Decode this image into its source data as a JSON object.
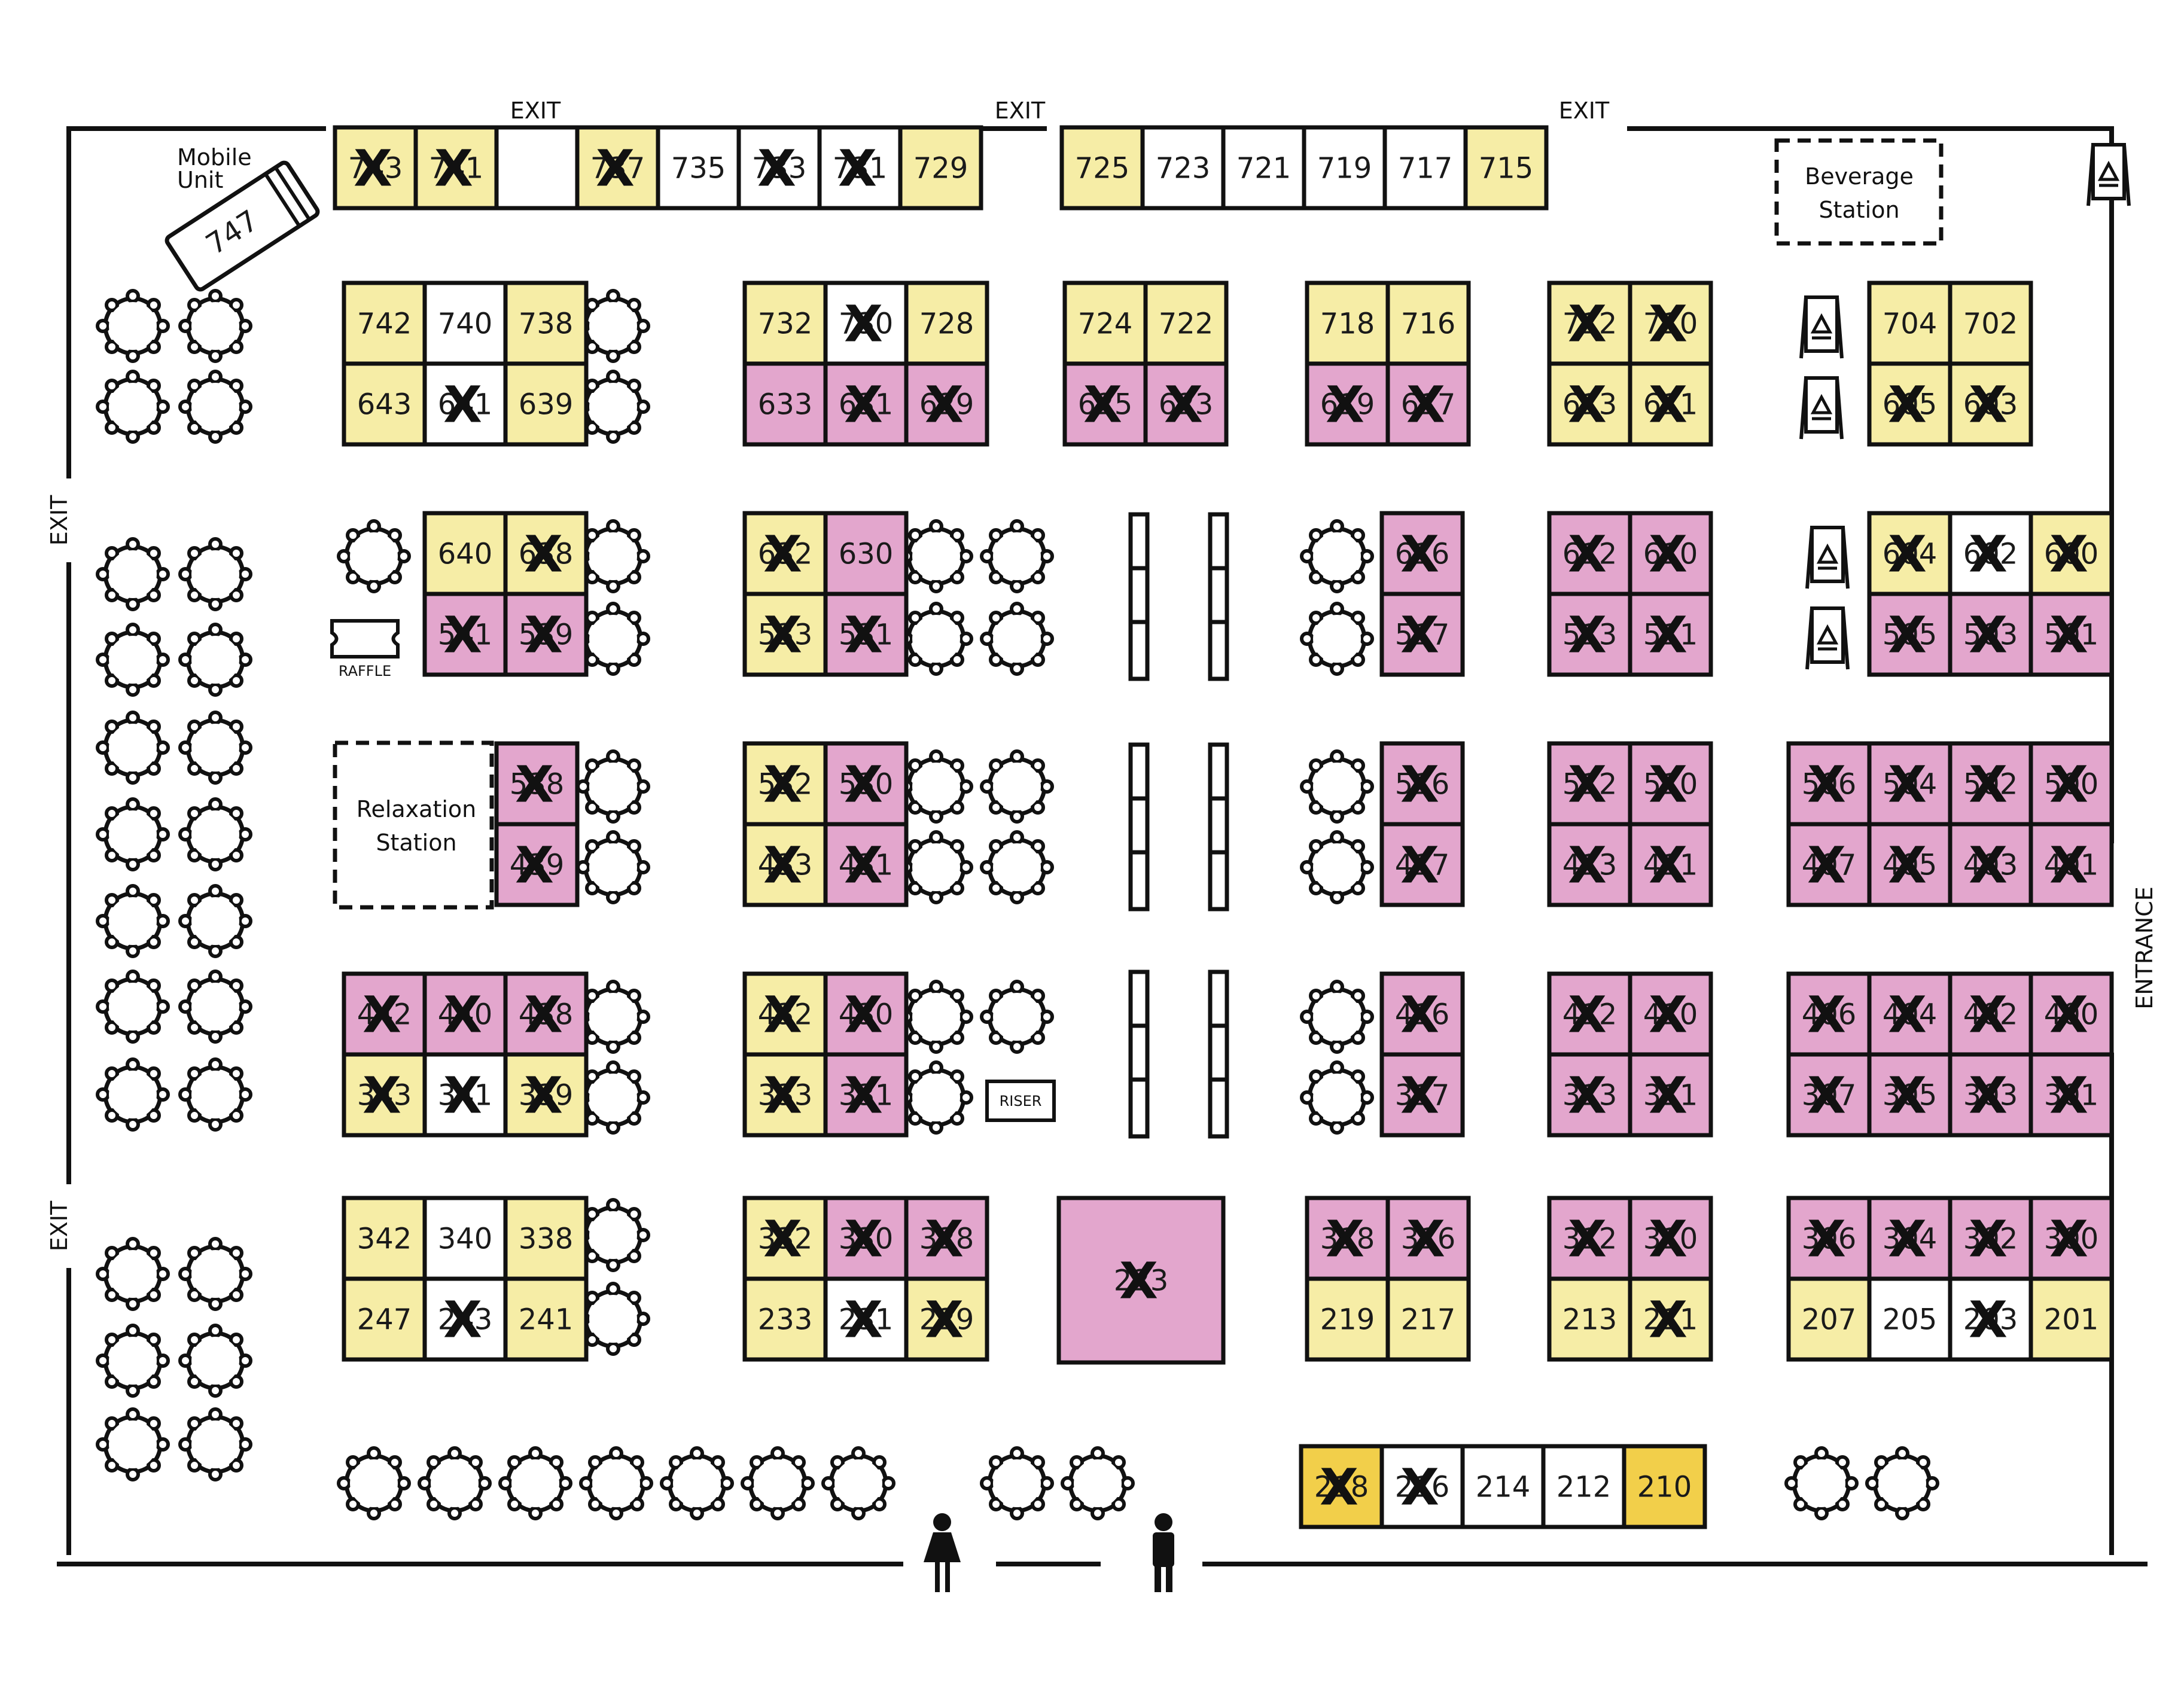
{
  "labels": {
    "exit": "EXIT",
    "exit_side": "EXIT",
    "entrance": "ENTRANCE",
    "mobile_unit_1": "Mobile",
    "mobile_unit_2": "Unit",
    "mobile_unit_number": "747",
    "beverage_1": "Beverage",
    "beverage_2": "Station",
    "relaxation_1": "Relaxation",
    "relaxation_2": "Station",
    "raffle": "RAFFLE",
    "riser": "RISER"
  },
  "icons": [
    "sign-stand-icon",
    "round-table-icon",
    "restroom-women-icon",
    "restroom-men-icon",
    "raffle-ticket-icon"
  ],
  "colors": {
    "yellow_booth": "#f6eda6",
    "pink_booth": "#e3a6cd",
    "gold_booth": "#f2cf4a",
    "white_booth": "#ffffff",
    "outline": "#111111"
  },
  "legend_note": "X marks a taken booth",
  "booth_groups": [
    {
      "id": "top-1",
      "rows": [
        [
          {
            "n": "743",
            "c": "y",
            "x": true
          },
          {
            "n": "741",
            "c": "y",
            "x": true
          },
          {
            "n": "",
            "c": "w",
            "x": false
          }
        ]
      ]
    },
    {
      "id": "top-2",
      "rows": [
        [
          {
            "n": "737",
            "c": "y",
            "x": true
          },
          {
            "n": "735",
            "c": "w",
            "x": false
          },
          {
            "n": "733",
            "c": "w",
            "x": true
          },
          {
            "n": "731",
            "c": "w",
            "x": true
          },
          {
            "n": "729",
            "c": "y",
            "x": false
          }
        ]
      ]
    },
    {
      "id": "top-3",
      "rows": [
        [
          {
            "n": "725",
            "c": "y",
            "x": false
          },
          {
            "n": "723",
            "c": "w",
            "x": false
          },
          {
            "n": "721",
            "c": "w",
            "x": false
          },
          {
            "n": "719",
            "c": "w",
            "x": false
          },
          {
            "n": "717",
            "c": "w",
            "x": false
          },
          {
            "n": "715",
            "c": "y",
            "x": false
          }
        ]
      ]
    },
    {
      "id": "r1-a",
      "rows": [
        [
          {
            "n": "742",
            "c": "y",
            "x": false
          },
          {
            "n": "740",
            "c": "w",
            "x": false
          },
          {
            "n": "738",
            "c": "y",
            "x": false
          }
        ],
        [
          {
            "n": "643",
            "c": "y",
            "x": false
          },
          {
            "n": "641",
            "c": "w",
            "x": true
          },
          {
            "n": "639",
            "c": "y",
            "x": false
          }
        ]
      ]
    },
    {
      "id": "r1-b",
      "rows": [
        [
          {
            "n": "732",
            "c": "y",
            "x": false
          },
          {
            "n": "730",
            "c": "w",
            "x": true
          },
          {
            "n": "728",
            "c": "y",
            "x": false
          }
        ],
        [
          {
            "n": "633",
            "c": "p",
            "x": false
          },
          {
            "n": "631",
            "c": "p",
            "x": true
          },
          {
            "n": "629",
            "c": "p",
            "x": true
          }
        ]
      ]
    },
    {
      "id": "r1-c",
      "rows": [
        [
          {
            "n": "724",
            "c": "y",
            "x": false
          },
          {
            "n": "722",
            "c": "y",
            "x": false
          }
        ],
        [
          {
            "n": "625",
            "c": "p",
            "x": true
          },
          {
            "n": "623",
            "c": "p",
            "x": true
          }
        ]
      ]
    },
    {
      "id": "r1-d",
      "rows": [
        [
          {
            "n": "718",
            "c": "y",
            "x": false
          },
          {
            "n": "716",
            "c": "y",
            "x": false
          }
        ],
        [
          {
            "n": "619",
            "c": "p",
            "x": true
          },
          {
            "n": "617",
            "c": "p",
            "x": true
          }
        ]
      ]
    },
    {
      "id": "r1-e",
      "rows": [
        [
          {
            "n": "712",
            "c": "y",
            "x": true
          },
          {
            "n": "710",
            "c": "y",
            "x": true
          }
        ],
        [
          {
            "n": "613",
            "c": "y",
            "x": true
          },
          {
            "n": "611",
            "c": "y",
            "x": true
          }
        ]
      ]
    },
    {
      "id": "r1-f",
      "rows": [
        [
          {
            "n": "704",
            "c": "y",
            "x": false
          },
          {
            "n": "702",
            "c": "y",
            "x": false
          }
        ],
        [
          {
            "n": "605",
            "c": "y",
            "x": true
          },
          {
            "n": "603",
            "c": "y",
            "x": true
          }
        ]
      ]
    },
    {
      "id": "r2-a",
      "rows": [
        [
          {
            "n": "640",
            "c": "y",
            "x": false
          },
          {
            "n": "638",
            "c": "y",
            "x": true
          }
        ],
        [
          {
            "n": "541",
            "c": "p",
            "x": true
          },
          {
            "n": "539",
            "c": "p",
            "x": true
          }
        ]
      ]
    },
    {
      "id": "r2-b",
      "rows": [
        [
          {
            "n": "632",
            "c": "y",
            "x": true
          },
          {
            "n": "630",
            "c": "p",
            "x": false
          }
        ],
        [
          {
            "n": "533",
            "c": "y",
            "x": true
          },
          {
            "n": "531",
            "c": "p",
            "x": true
          }
        ]
      ]
    },
    {
      "id": "r2-d",
      "rows": [
        [
          {
            "n": "616",
            "c": "p",
            "x": true
          }
        ],
        [
          {
            "n": "517",
            "c": "p",
            "x": true
          }
        ]
      ]
    },
    {
      "id": "r2-e",
      "rows": [
        [
          {
            "n": "612",
            "c": "p",
            "x": true
          },
          {
            "n": "610",
            "c": "p",
            "x": true
          }
        ],
        [
          {
            "n": "513",
            "c": "p",
            "x": true
          },
          {
            "n": "511",
            "c": "p",
            "x": true
          }
        ]
      ]
    },
    {
      "id": "r2-f",
      "rows": [
        [
          {
            "n": "604",
            "c": "y",
            "x": true
          },
          {
            "n": "602",
            "c": "w",
            "x": true
          },
          {
            "n": "600",
            "c": "y",
            "x": true
          }
        ],
        [
          {
            "n": "505",
            "c": "p",
            "x": true
          },
          {
            "n": "503",
            "c": "p",
            "x": true
          },
          {
            "n": "501",
            "c": "p",
            "x": true
          }
        ]
      ]
    },
    {
      "id": "r3-a",
      "rows": [
        [
          {
            "n": "538",
            "c": "p",
            "x": true
          }
        ],
        [
          {
            "n": "439",
            "c": "p",
            "x": true
          }
        ]
      ]
    },
    {
      "id": "r3-b",
      "rows": [
        [
          {
            "n": "532",
            "c": "y",
            "x": true
          },
          {
            "n": "530",
            "c": "p",
            "x": true
          }
        ],
        [
          {
            "n": "433",
            "c": "y",
            "x": true
          },
          {
            "n": "431",
            "c": "p",
            "x": true
          }
        ]
      ]
    },
    {
      "id": "r3-d",
      "rows": [
        [
          {
            "n": "516",
            "c": "p",
            "x": true
          }
        ],
        [
          {
            "n": "417",
            "c": "p",
            "x": true
          }
        ]
      ]
    },
    {
      "id": "r3-e",
      "rows": [
        [
          {
            "n": "512",
            "c": "p",
            "x": true
          },
          {
            "n": "510",
            "c": "p",
            "x": true
          }
        ],
        [
          {
            "n": "413",
            "c": "p",
            "x": true
          },
          {
            "n": "411",
            "c": "p",
            "x": true
          }
        ]
      ]
    },
    {
      "id": "r3-f",
      "rows": [
        [
          {
            "n": "506",
            "c": "p",
            "x": true
          },
          {
            "n": "504",
            "c": "p",
            "x": true
          },
          {
            "n": "502",
            "c": "p",
            "x": true
          },
          {
            "n": "500",
            "c": "p",
            "x": true
          }
        ],
        [
          {
            "n": "407",
            "c": "p",
            "x": true
          },
          {
            "n": "405",
            "c": "p",
            "x": true
          },
          {
            "n": "403",
            "c": "p",
            "x": true
          },
          {
            "n": "401",
            "c": "p",
            "x": true
          }
        ]
      ]
    },
    {
      "id": "r4-a",
      "rows": [
        [
          {
            "n": "442",
            "c": "p",
            "x": true
          },
          {
            "n": "440",
            "c": "p",
            "x": true
          },
          {
            "n": "438",
            "c": "p",
            "x": true
          }
        ],
        [
          {
            "n": "343",
            "c": "y",
            "x": true
          },
          {
            "n": "341",
            "c": "w",
            "x": true
          },
          {
            "n": "339",
            "c": "y",
            "x": true
          }
        ]
      ]
    },
    {
      "id": "r4-b",
      "rows": [
        [
          {
            "n": "432",
            "c": "y",
            "x": true
          },
          {
            "n": "430",
            "c": "p",
            "x": true
          }
        ],
        [
          {
            "n": "333",
            "c": "y",
            "x": true
          },
          {
            "n": "331",
            "c": "p",
            "x": true
          }
        ]
      ]
    },
    {
      "id": "r4-d",
      "rows": [
        [
          {
            "n": "416",
            "c": "p",
            "x": true
          }
        ],
        [
          {
            "n": "317",
            "c": "p",
            "x": true
          }
        ]
      ]
    },
    {
      "id": "r4-e",
      "rows": [
        [
          {
            "n": "412",
            "c": "p",
            "x": true
          },
          {
            "n": "410",
            "c": "p",
            "x": true
          }
        ],
        [
          {
            "n": "313",
            "c": "p",
            "x": true
          },
          {
            "n": "311",
            "c": "p",
            "x": true
          }
        ]
      ]
    },
    {
      "id": "r4-f",
      "rows": [
        [
          {
            "n": "406",
            "c": "p",
            "x": true
          },
          {
            "n": "404",
            "c": "p",
            "x": true
          },
          {
            "n": "402",
            "c": "p",
            "x": true
          },
          {
            "n": "400",
            "c": "p",
            "x": true
          }
        ],
        [
          {
            "n": "307",
            "c": "p",
            "x": true
          },
          {
            "n": "305",
            "c": "p",
            "x": true
          },
          {
            "n": "303",
            "c": "p",
            "x": true
          },
          {
            "n": "301",
            "c": "p",
            "x": true
          }
        ]
      ]
    },
    {
      "id": "r5-a",
      "rows": [
        [
          {
            "n": "342",
            "c": "y",
            "x": false
          },
          {
            "n": "340",
            "c": "w",
            "x": false
          },
          {
            "n": "338",
            "c": "y",
            "x": false
          }
        ],
        [
          {
            "n": "247",
            "c": "y",
            "x": false
          },
          {
            "n": "243",
            "c": "w",
            "x": true
          },
          {
            "n": "241",
            "c": "y",
            "x": false
          }
        ]
      ]
    },
    {
      "id": "r5-b",
      "rows": [
        [
          {
            "n": "332",
            "c": "y",
            "x": true
          },
          {
            "n": "330",
            "c": "p",
            "x": true
          },
          {
            "n": "328",
            "c": "p",
            "x": true
          }
        ],
        [
          {
            "n": "233",
            "c": "y",
            "x": false
          },
          {
            "n": "231",
            "c": "w",
            "x": true
          },
          {
            "n": "229",
            "c": "y",
            "x": true
          }
        ]
      ]
    },
    {
      "id": "r5-c",
      "rows": [
        [
          {
            "n": "223",
            "c": "p",
            "x": true
          }
        ]
      ]
    },
    {
      "id": "r5-d",
      "rows": [
        [
          {
            "n": "318",
            "c": "p",
            "x": true
          },
          {
            "n": "316",
            "c": "p",
            "x": true
          }
        ],
        [
          {
            "n": "219",
            "c": "y",
            "x": false
          },
          {
            "n": "217",
            "c": "y",
            "x": false
          }
        ]
      ]
    },
    {
      "id": "r5-e",
      "rows": [
        [
          {
            "n": "312",
            "c": "p",
            "x": true
          },
          {
            "n": "310",
            "c": "p",
            "x": true
          }
        ],
        [
          {
            "n": "213",
            "c": "y",
            "x": false
          },
          {
            "n": "211",
            "c": "y",
            "x": true
          }
        ]
      ]
    },
    {
      "id": "r5-f",
      "rows": [
        [
          {
            "n": "306",
            "c": "p",
            "x": true
          },
          {
            "n": "304",
            "c": "p",
            "x": true
          },
          {
            "n": "302",
            "c": "p",
            "x": true
          },
          {
            "n": "300",
            "c": "p",
            "x": true
          }
        ],
        [
          {
            "n": "207",
            "c": "y",
            "x": false
          },
          {
            "n": "205",
            "c": "w",
            "x": false
          },
          {
            "n": "203",
            "c": "w",
            "x": true
          },
          {
            "n": "201",
            "c": "y",
            "x": false
          }
        ]
      ]
    },
    {
      "id": "bottom",
      "rows": [
        [
          {
            "n": "218",
            "c": "g",
            "x": true
          },
          {
            "n": "216",
            "c": "w",
            "x": true
          },
          {
            "n": "214",
            "c": "w",
            "x": false
          },
          {
            "n": "212",
            "c": "w",
            "x": false
          },
          {
            "n": "210",
            "c": "g",
            "x": false
          }
        ]
      ]
    }
  ]
}
